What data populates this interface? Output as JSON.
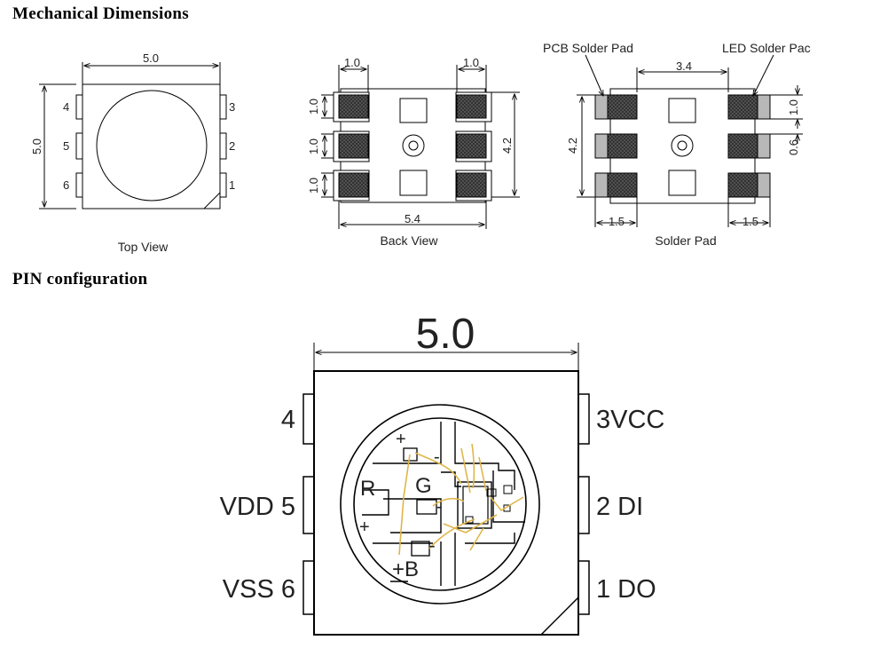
{
  "headings": {
    "mechanical": "Mechanical  Dimensions",
    "pin_config": "PIN  configuration"
  },
  "top_view": {
    "caption": "Top View",
    "width_dim": "5.0",
    "height_dim": "5.0",
    "pins": [
      "1",
      "2",
      "3",
      "4",
      "5",
      "6"
    ]
  },
  "back_view": {
    "caption": "Back View",
    "pad_w_left": "1.0",
    "pad_w_right": "1.0",
    "pad_h": [
      "1.0",
      "1.0",
      "1.0"
    ],
    "span_height": "4.2",
    "span_width": "5.4"
  },
  "solder_pad": {
    "caption": "Solder Pad",
    "pcb_label": "PCB Solder Pad",
    "led_label": "LED Solder Pac",
    "inner_span": "3.4",
    "height_span": "4.2",
    "pad_h": "1.0",
    "gap": "0.6",
    "pad_w_left": "1.5",
    "pad_w_right": "1.5"
  },
  "pin_diagram": {
    "width_dim": "5.0",
    "left_pins": [
      "4",
      "VDD 5",
      "VSS 6"
    ],
    "right_pins": [
      "3VCC",
      "2 DI",
      "1 DO"
    ],
    "die_labels": {
      "r": "R",
      "g": "G",
      "b": "+B",
      "plus_top": "+",
      "minus_top": "-",
      "plus_left": "+",
      "minus_mid": "-",
      "minus_bot": "-"
    }
  },
  "colors": {
    "line": "#000000",
    "pad_dark": "#4a4a4a",
    "pad_light": "#b8b8b8",
    "wire": "#e0b64a"
  }
}
